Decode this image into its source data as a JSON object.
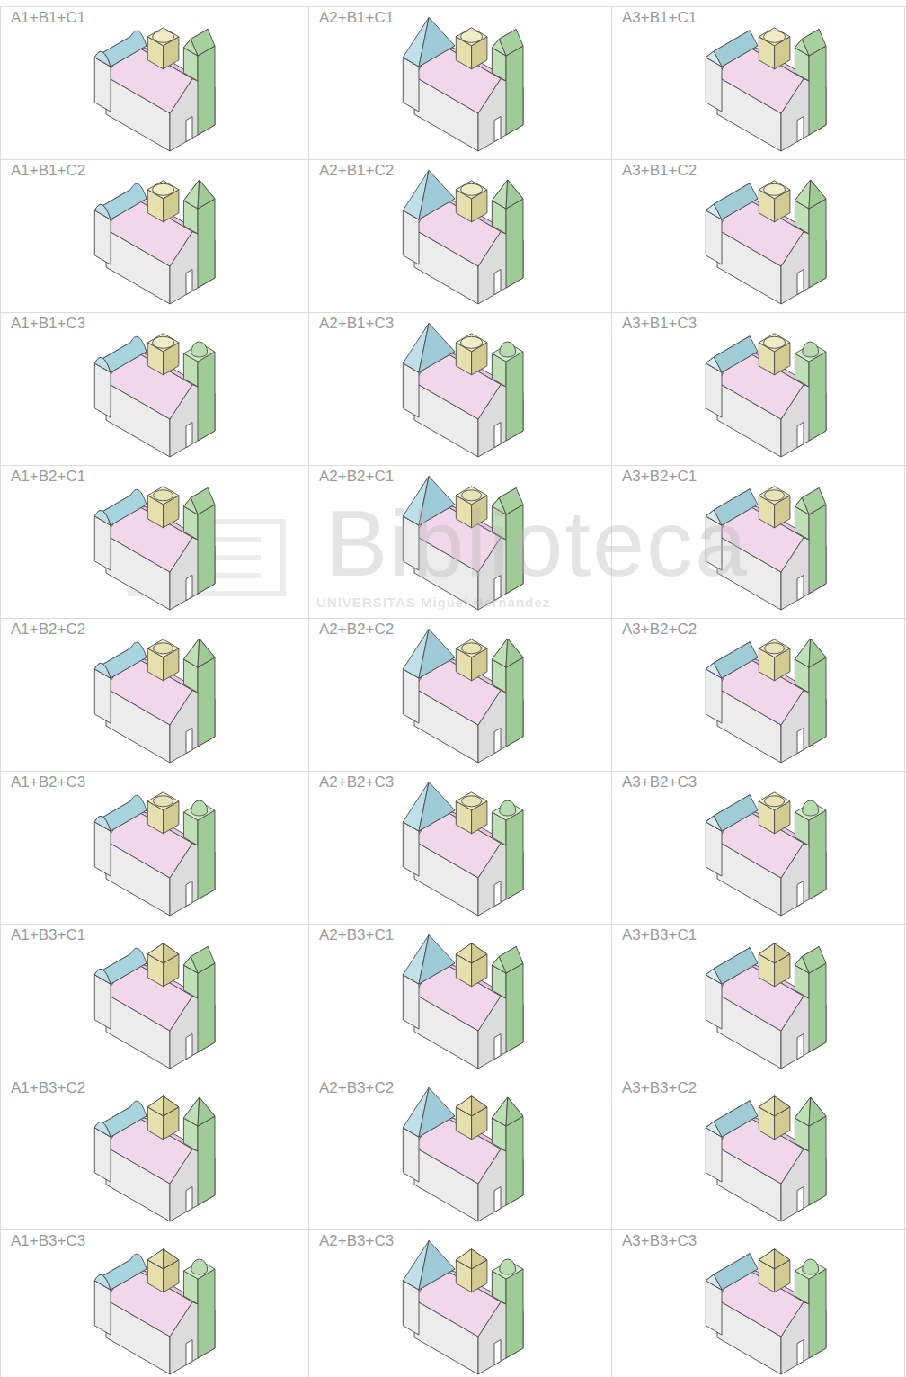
{
  "diagram": {
    "labels": [
      "A1+B1+C1",
      "A2+B1+C1",
      "A3+B1+C1",
      "A1+B1+C2",
      "A2+B1+C2",
      "A3+B1+C2",
      "A1+B1+C3",
      "A2+B1+C3",
      "A3+B1+C3",
      "A1+B2+C1",
      "A2+B2+C1",
      "A3+B2+C1",
      "A1+B2+C2",
      "A2+B2+C2",
      "A3+B2+C2",
      "A1+B2+C3",
      "A2+B2+C3",
      "A3+B2+C3",
      "A1+B3+C1",
      "A2+B3+C1",
      "A3+B3+C1",
      "A1+B3+C2",
      "A2+B3+C2",
      "A3+B3+C2",
      "A1+B3+C3",
      "A2+B3+C3",
      "A3+B3+C3",
      "Biblioteca",
      "UNIVERSITAS Miguel Hernández"
    ]
  }
}
